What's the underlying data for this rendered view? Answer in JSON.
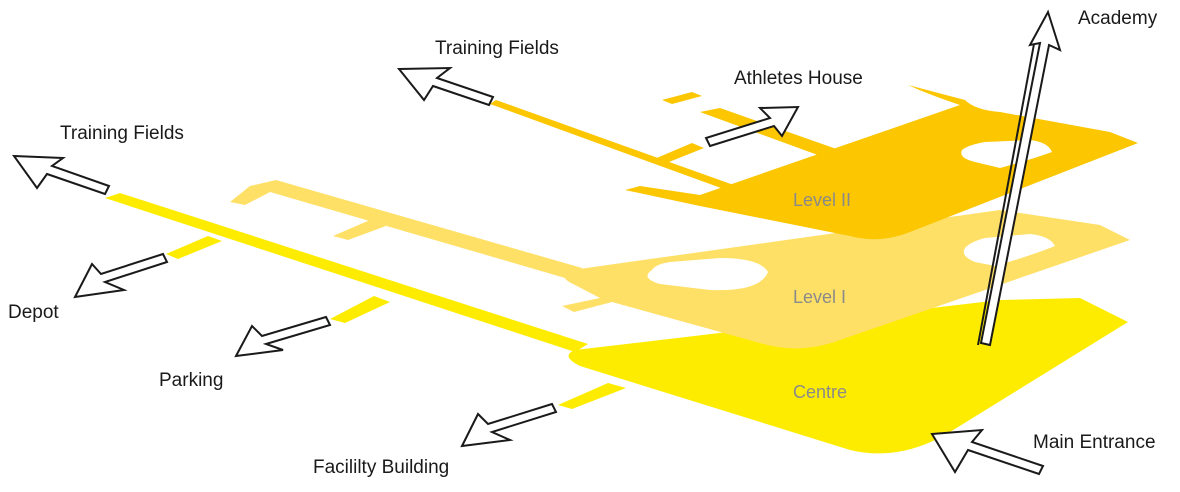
{
  "colors": {
    "centre": "#fdec00",
    "level1": "#ffe066",
    "level2": "#fcc600",
    "text": "#1a1a1a",
    "level_text": "#8a8a8a"
  },
  "levels": {
    "centre": "Centre",
    "level1": "Level I",
    "level2": "Level II"
  },
  "destinations": {
    "training_fields_top": "Training Fields",
    "athletes_house": "Athletes House",
    "academy": "Academy",
    "training_fields_left": "Training Fields",
    "depot": "Depot",
    "parking": "Parking",
    "facility_building": "Facililty Building",
    "main_entrance": "Main Entrance"
  }
}
